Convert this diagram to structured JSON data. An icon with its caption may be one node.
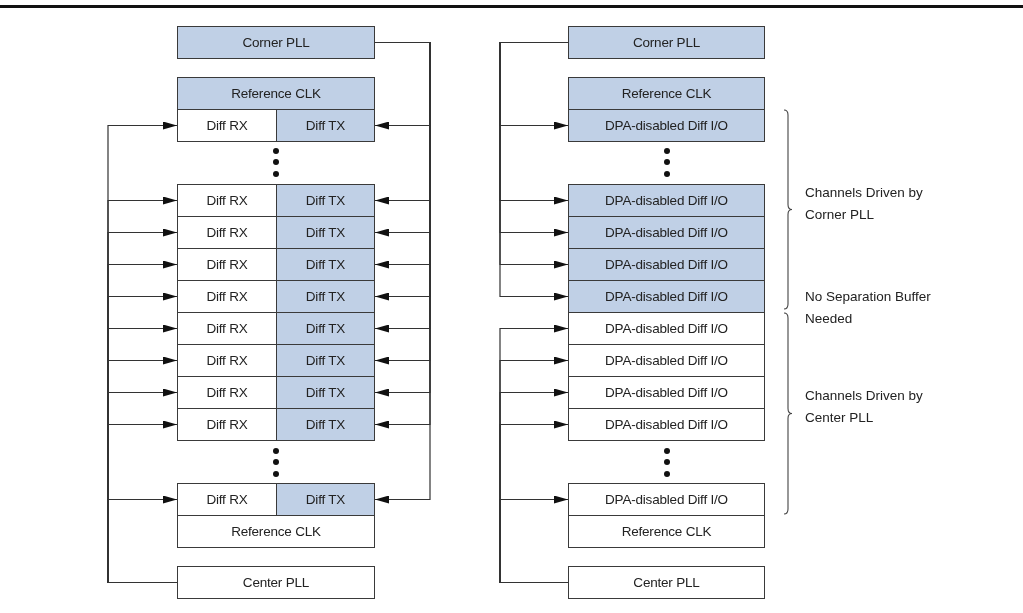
{
  "diagram": {
    "nodes": [
      {
        "text": [
          "Corner PLL"
        ]
      },
      {
        "text": [
          "Reference CLK"
        ]
      },
      {
        "text": [
          "Diff RX"
        ]
      },
      {
        "text": [
          "Diff TX"
        ]
      },
      {
        "text": [
          "Diff RX"
        ]
      },
      {
        "text": [
          "Diff TX"
        ]
      },
      {
        "text": [
          "Diff RX"
        ]
      },
      {
        "text": [
          "Diff TX"
        ]
      },
      {
        "text": [
          "Diff RX"
        ]
      },
      {
        "text": [
          "Diff TX"
        ]
      },
      {
        "text": [
          "Diff RX"
        ]
      },
      {
        "text": [
          "Diff TX"
        ]
      },
      {
        "text": [
          "Diff RX"
        ]
      },
      {
        "text": [
          "Diff TX"
        ]
      },
      {
        "text": [
          "Diff RX"
        ]
      },
      {
        "text": [
          "Diff TX"
        ]
      },
      {
        "text": [
          "Diff RX"
        ]
      },
      {
        "text": [
          "Diff TX"
        ]
      },
      {
        "text": [
          "Diff RX"
        ]
      },
      {
        "text": [
          "Diff TX"
        ]
      },
      {
        "text": [
          "Diff RX"
        ]
      },
      {
        "text": [
          "Diff TX"
        ]
      },
      {
        "text": [
          "Reference CLK"
        ]
      },
      {
        "text": [
          "Center PLL"
        ]
      },
      {
        "text": [
          "Corner PLL"
        ]
      },
      {
        "text": [
          "Reference CLK"
        ]
      },
      {
        "text": [
          "DPA-disabled Diff I/O"
        ]
      },
      {
        "text": [
          "DPA-disabled Diff I/O"
        ]
      },
      {
        "text": [
          "DPA-disabled Diff I/O"
        ]
      },
      {
        "text": [
          "DPA-disabled Diff I/O"
        ]
      },
      {
        "text": [
          "DPA-disabled Diff I/O"
        ]
      },
      {
        "text": [
          "DPA-disabled Diff I/O"
        ]
      },
      {
        "text": [
          "DPA-disabled Diff I/O"
        ]
      },
      {
        "text": [
          "DPA-disabled Diff I/O"
        ]
      },
      {
        "text": [
          "DPA-disabled Diff I/O"
        ]
      },
      {
        "text": [
          "DPA-disabled Diff I/O"
        ]
      },
      {
        "text": [
          "Reference CLK"
        ]
      },
      {
        "text": [
          "Center PLL"
        ]
      }
    ],
    "edges": [
      {
        "from": 0,
        "to": 3,
        "arrow": "to"
      },
      {
        "from": 0,
        "to": 5,
        "arrow": "to"
      },
      {
        "from": 0,
        "to": 7,
        "arrow": "to"
      },
      {
        "from": 0,
        "to": 9,
        "arrow": "to"
      },
      {
        "from": 0,
        "to": 11,
        "arrow": "to"
      },
      {
        "from": 0,
        "to": 13,
        "arrow": "to"
      },
      {
        "from": 0,
        "to": 15,
        "arrow": "to"
      },
      {
        "from": 0,
        "to": 17,
        "arrow": "to"
      },
      {
        "from": 0,
        "to": 19,
        "arrow": "to"
      },
      {
        "from": 0,
        "to": 21,
        "arrow": "to"
      },
      {
        "from": 23,
        "to": 2,
        "arrow": "to"
      },
      {
        "from": 23,
        "to": 4,
        "arrow": "to"
      },
      {
        "from": 23,
        "to": 6,
        "arrow": "to"
      },
      {
        "from": 23,
        "to": 8,
        "arrow": "to"
      },
      {
        "from": 23,
        "to": 10,
        "arrow": "to"
      },
      {
        "from": 23,
        "to": 12,
        "arrow": "to"
      },
      {
        "from": 23,
        "to": 14,
        "arrow": "to"
      },
      {
        "from": 23,
        "to": 16,
        "arrow": "to"
      },
      {
        "from": 23,
        "to": 18,
        "arrow": "to"
      },
      {
        "from": 23,
        "to": 20,
        "arrow": "to"
      },
      {
        "from": 24,
        "to": 26,
        "arrow": "to"
      },
      {
        "from": 24,
        "to": 27,
        "arrow": "to"
      },
      {
        "from": 24,
        "to": 28,
        "arrow": "to"
      },
      {
        "from": 24,
        "to": 29,
        "arrow": "to"
      },
      {
        "from": 24,
        "to": 30,
        "arrow": "to"
      },
      {
        "from": 37,
        "to": 31,
        "arrow": "to"
      },
      {
        "from": 37,
        "to": 32,
        "arrow": "to"
      },
      {
        "from": 37,
        "to": 33,
        "arrow": "to"
      },
      {
        "from": 37,
        "to": 34,
        "arrow": "to"
      },
      {
        "from": 37,
        "to": 35,
        "arrow": "to"
      }
    ],
    "labels": [
      "Channels Driven by Corner PLL",
      "No Separation Buffer Needed",
      "Channels Driven by Center PLL"
    ]
  }
}
